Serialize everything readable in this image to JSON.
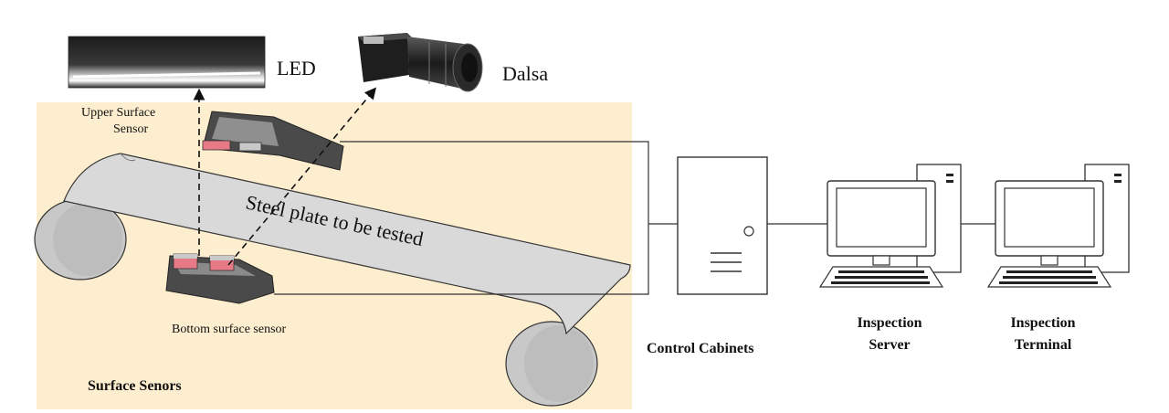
{
  "labels": {
    "led": "LED",
    "dalsa": "Dalsa",
    "upper_sensor_line1": "Upper Surface",
    "upper_sensor_line2": "Sensor",
    "steel_plate": "Steel plate to be tested",
    "bottom_sensor": "Bottom surface sensor",
    "surface_sensors": "Surface Senors",
    "control_cabinets": "Control Cabinets",
    "inspection_server_line1": "Inspection",
    "inspection_server_line2": "Server",
    "inspection_terminal_line1": "Inspection",
    "inspection_terminal_line2": "Terminal"
  },
  "colors": {
    "sensor_zone_bg": "#fdeecf",
    "plate": "#d9d9d9",
    "roller": "#c8c8c8",
    "sensor_body": "#4a4a4a",
    "sensor_lens": "#e87a88",
    "line": "#333333"
  },
  "icons": {
    "led": "led-light-bar-photo",
    "camera": "dalsa-camera-photo",
    "cabinet": "control-cabinet-icon",
    "server": "computer-workstation-icon",
    "terminal": "computer-workstation-icon"
  }
}
